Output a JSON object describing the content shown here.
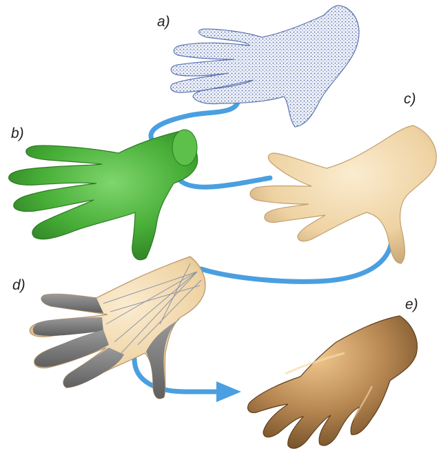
{
  "labels": {
    "a": "a)",
    "b": "b)",
    "c": "c)",
    "d": "d)",
    "e": "e)"
  },
  "colors": {
    "flow_arrow": "#4a9fe0",
    "point_cloud": "#5a73b0",
    "scan_mesh": "#49b33f",
    "smooth_mesh": "#efd6a8",
    "segmented_bone": "#7c7c7c",
    "textured_model": "#b58a55"
  },
  "icons": {
    "a": "hand-point-cloud",
    "b": "hand-raw-scan",
    "c": "hand-smooth-mesh",
    "d": "hand-skinned-segmented",
    "e": "hand-posed-rendered"
  }
}
